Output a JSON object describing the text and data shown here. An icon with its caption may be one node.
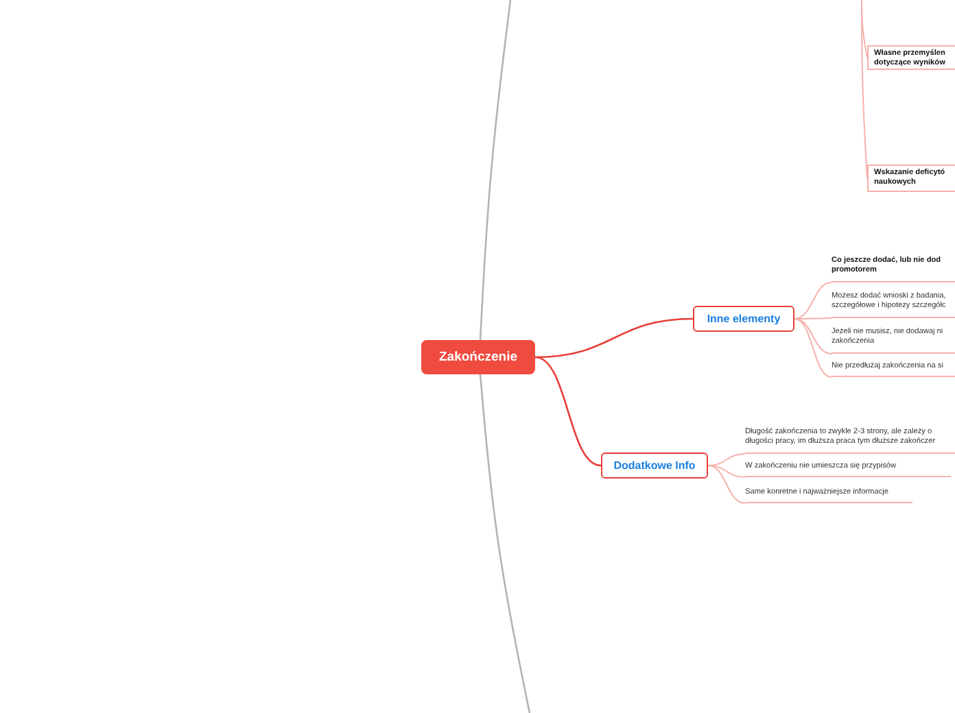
{
  "diagram": {
    "nodes": [
      {
        "text": [
          "Zakończenie"
        ]
      },
      {
        "text": [
          "Inne elementy"
        ]
      },
      {
        "text": [
          "Dodatkowe Info"
        ]
      },
      {
        "text": [
          "Własne przemyślen dotyczące wyników"
        ]
      },
      {
        "text": [
          "Wskazanie deficytó naukowych"
        ]
      },
      {
        "text": [
          "Co jeszcze dodać, lub nie dod promotorem"
        ]
      },
      {
        "text": [
          "Możesz dodać wnioski z badania, szczegółowe i hipotezy szczegółc"
        ]
      },
      {
        "text": [
          "Jeżeli nie musisz, nie dodawaj ni zakończenia"
        ]
      },
      {
        "text": [
          "Nie przedłużaj zakończenia na si"
        ]
      },
      {
        "text": [
          "Długość zakończenia to zwykle 2-3 strony, ale zależy o długości pracy, im dłuższa praca tym dłuższe zakończer"
        ]
      },
      {
        "text": [
          "W zakończeniu nie umieszcza się przypisów"
        ]
      },
      {
        "text": [
          "Same konretne i najważniejsze informacje"
        ]
      }
    ],
    "edges": [
      {
        "from": 0,
        "to": null,
        "arrow": "none",
        "color": "#b3b3b3"
      },
      {
        "from": null,
        "to": 3,
        "arrow": "none"
      },
      {
        "from": null,
        "to": 4,
        "arrow": "none"
      },
      {
        "from": 0,
        "to": 1,
        "arrow": "none",
        "color": "#e8403a"
      },
      {
        "from": 1,
        "to": 5,
        "arrow": "none"
      },
      {
        "from": 1,
        "to": 6,
        "arrow": "none"
      },
      {
        "from": 1,
        "to": 7,
        "arrow": "none"
      },
      {
        "from": 1,
        "to": 8,
        "arrow": "none"
      },
      {
        "from": 0,
        "to": 2,
        "arrow": "none",
        "color": "#e8403a"
      },
      {
        "from": 2,
        "to": 9,
        "arrow": "none"
      },
      {
        "from": 2,
        "to": 10,
        "arrow": "none"
      },
      {
        "from": 2,
        "to": 11,
        "arrow": "none"
      },
      {
        "from": 0,
        "to": null,
        "arrow": "none",
        "color": "#b3b3b3"
      }
    ]
  }
}
